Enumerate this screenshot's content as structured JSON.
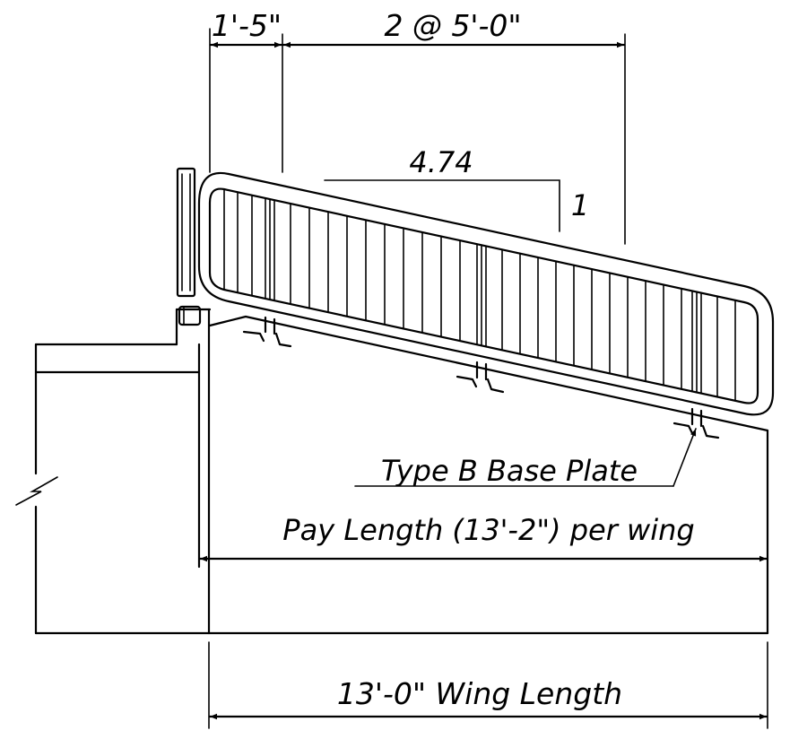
{
  "dimensions": {
    "end_post_spacing": "1'-5\"",
    "post_spacing": "2 @ 5'-0\"",
    "pay_length": "Pay Length (13'-2\") per wing",
    "wing_length": "13'-0\" Wing Length"
  },
  "slope": {
    "run": "4.74",
    "rise": "1"
  },
  "callouts": {
    "base_plate": "Type B  Base Plate"
  }
}
